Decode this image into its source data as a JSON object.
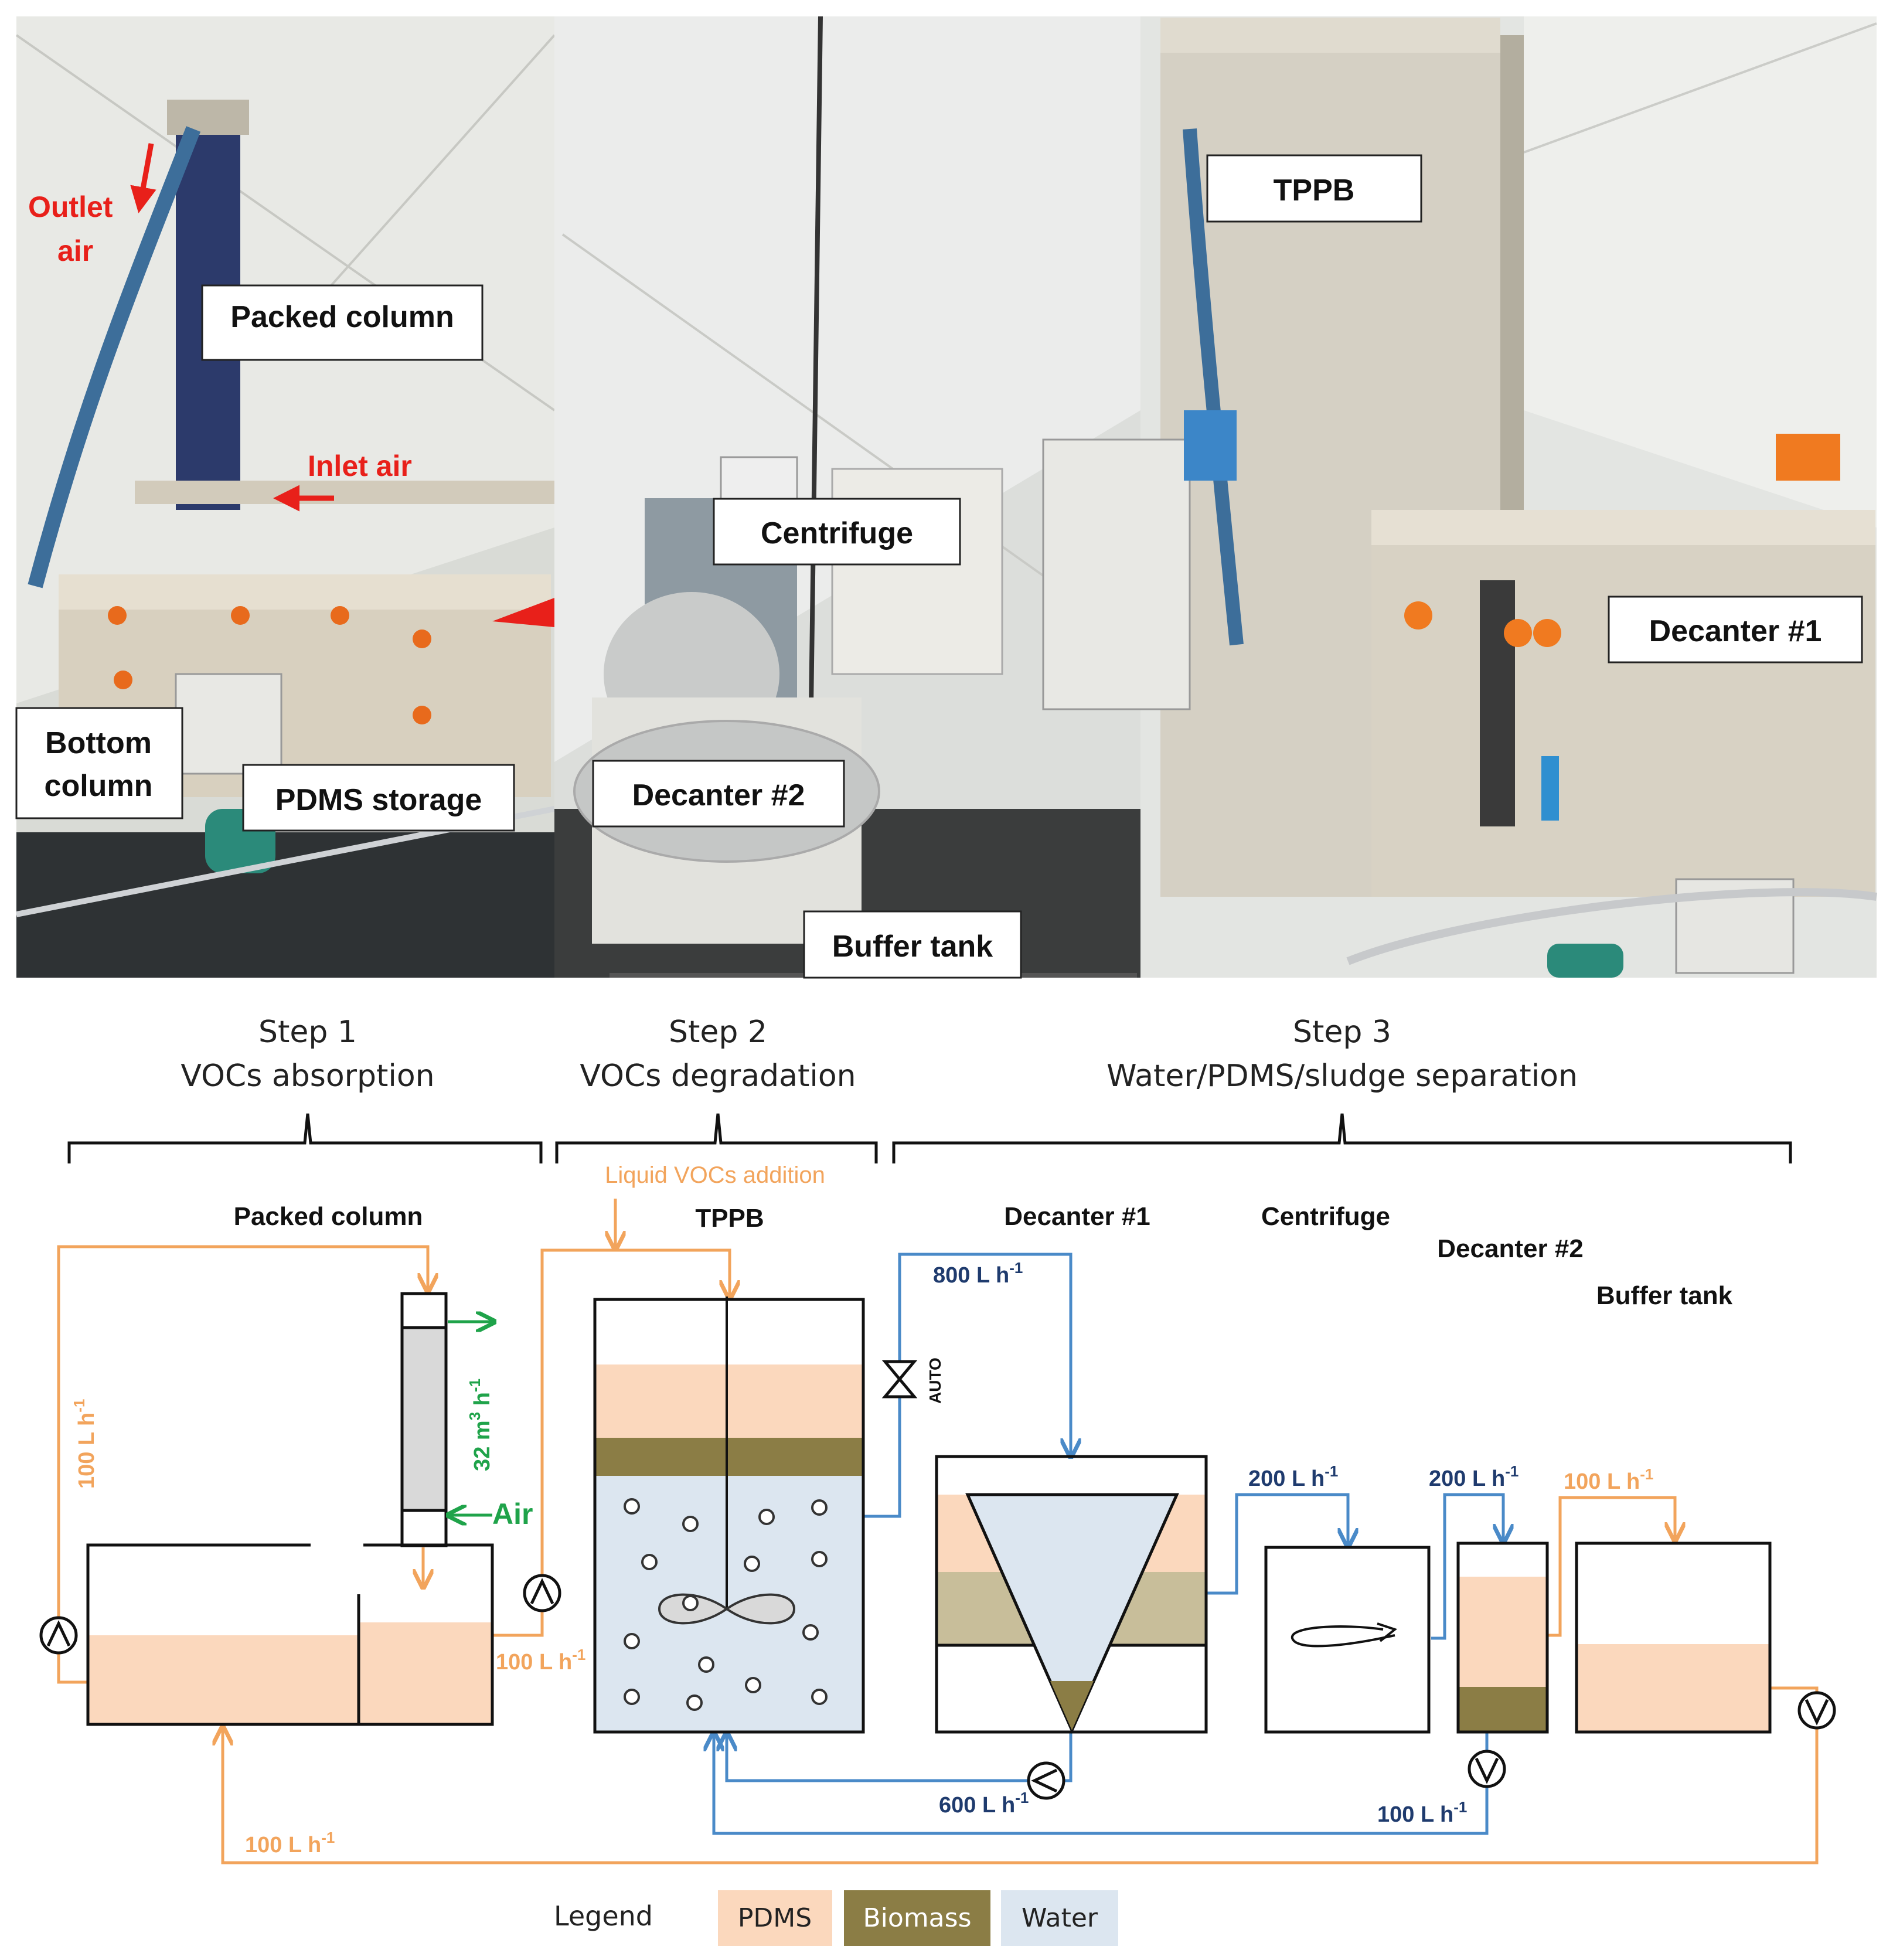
{
  "photo_labels": {
    "outlet_air": "Outlet air",
    "packed_column": "Packed column",
    "inlet_air": "Inlet air",
    "bottom_column": "Bottom column",
    "pdms_storage": "PDMS storage",
    "centrifuge": "Centrifuge",
    "decanter_2": "Decanter #2",
    "buffer_tank": "Buffer tank",
    "tppb": "TPPB",
    "decanter_1": "Decanter #1"
  },
  "steps": [
    {
      "number": "Step 1",
      "title": "VOCs absorption"
    },
    {
      "number": "Step 2",
      "title": "VOCs degradation"
    },
    {
      "number": "Step 3",
      "title": "Water/PDMS/sludge separation"
    }
  ],
  "units": {
    "packed_column": "Packed column",
    "tppb": "TPPB",
    "decanter_1": "Decanter #1",
    "centrifuge": "Centrifuge",
    "decanter_2": "Decanter #2",
    "buffer_tank": "Buffer tank"
  },
  "annotations": {
    "liquid_vocs": "Liquid VOCs addition",
    "air": "Air",
    "auto": "AUTO"
  },
  "flows": {
    "recycle_left": "100 L h",
    "gas_flow": "32 m",
    "gas_flow_tail": "h",
    "to_tppb": "100 L h",
    "tppb_out": "800 L h",
    "dec1_to_centrifuge": "200 L h",
    "centrifuge_to_dec2": "200 L h",
    "dec2_to_buffer": "100 L h",
    "dec1_return": "600 L h",
    "dec2_return": "100 L h",
    "buffer_return": "100 L h",
    "sup_neg1": "-1",
    "sup_3": "3"
  },
  "legend": {
    "title": "Legend",
    "items": [
      {
        "label": "PDMS",
        "color": "#fbd8bd"
      },
      {
        "label": "Biomass",
        "color": "#8b7d45"
      },
      {
        "label": "Water",
        "color": "#dce6f0"
      }
    ]
  },
  "colors": {
    "orange_flow": "#f2a45c",
    "blue_flow": "#4a8ac8",
    "dark_blue_text": "#1f3b6e",
    "green": "#1fa34a",
    "red": "#e8201a",
    "pdms": "#fbd8bd",
    "biomass": "#8b7d45",
    "biomass_band": "#c8be9a",
    "water": "#dce6f0"
  }
}
